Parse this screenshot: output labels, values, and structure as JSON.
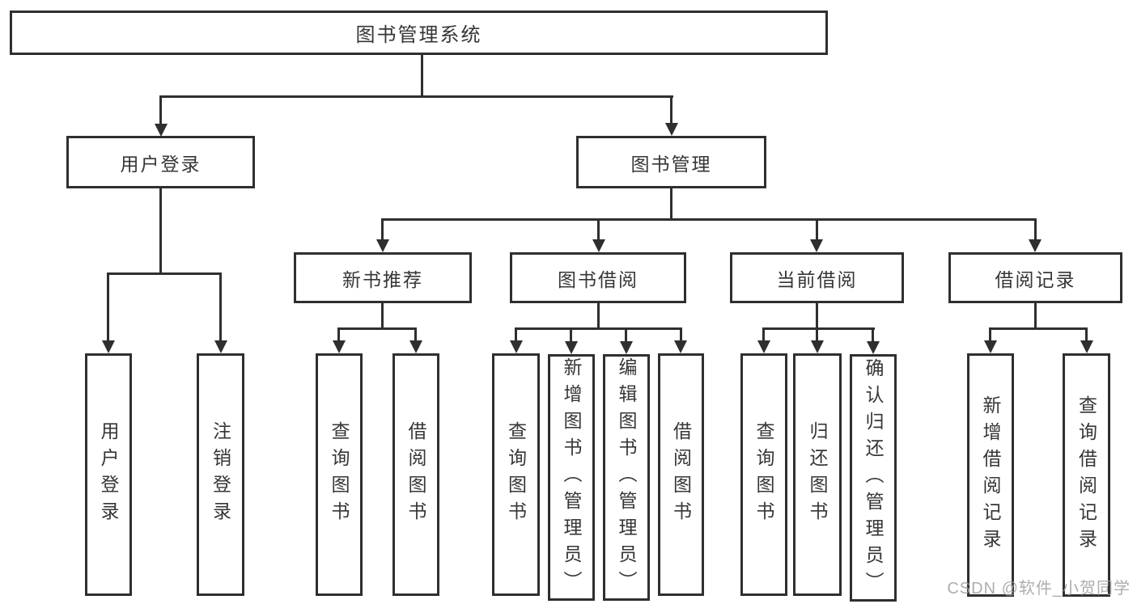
{
  "diagram": {
    "type": "hierarchy-diagram",
    "title": "图书管理系统",
    "colors": {
      "line": "#2f2f2f",
      "text": "#363636",
      "background": "#ffffff",
      "watermark": "#9da0a3"
    },
    "watermark": "CSDN @软件_小贺同学",
    "nodes": {
      "root": "图书管理系统",
      "login": "用户登录",
      "mgmt": "图书管理",
      "rec": "新书推荐",
      "borrow": "图书借阅",
      "current": "当前借阅",
      "record": "借阅记录",
      "login_user": "用户登录",
      "login_logout": "注销登录",
      "rec_query": "查询图书",
      "rec_borrow": "借阅图书",
      "borrow_query": "查询图书",
      "borrow_add": "新增图书（管理员）",
      "borrow_edit": "编辑图书（管理员）",
      "borrow_do": "借阅图书",
      "cur_query": "查询图书",
      "cur_return": "归还图书",
      "cur_confirm": "确认归还（管理员）",
      "record_add": "新增借阅记录",
      "record_query": "查询借阅记录"
    }
  }
}
